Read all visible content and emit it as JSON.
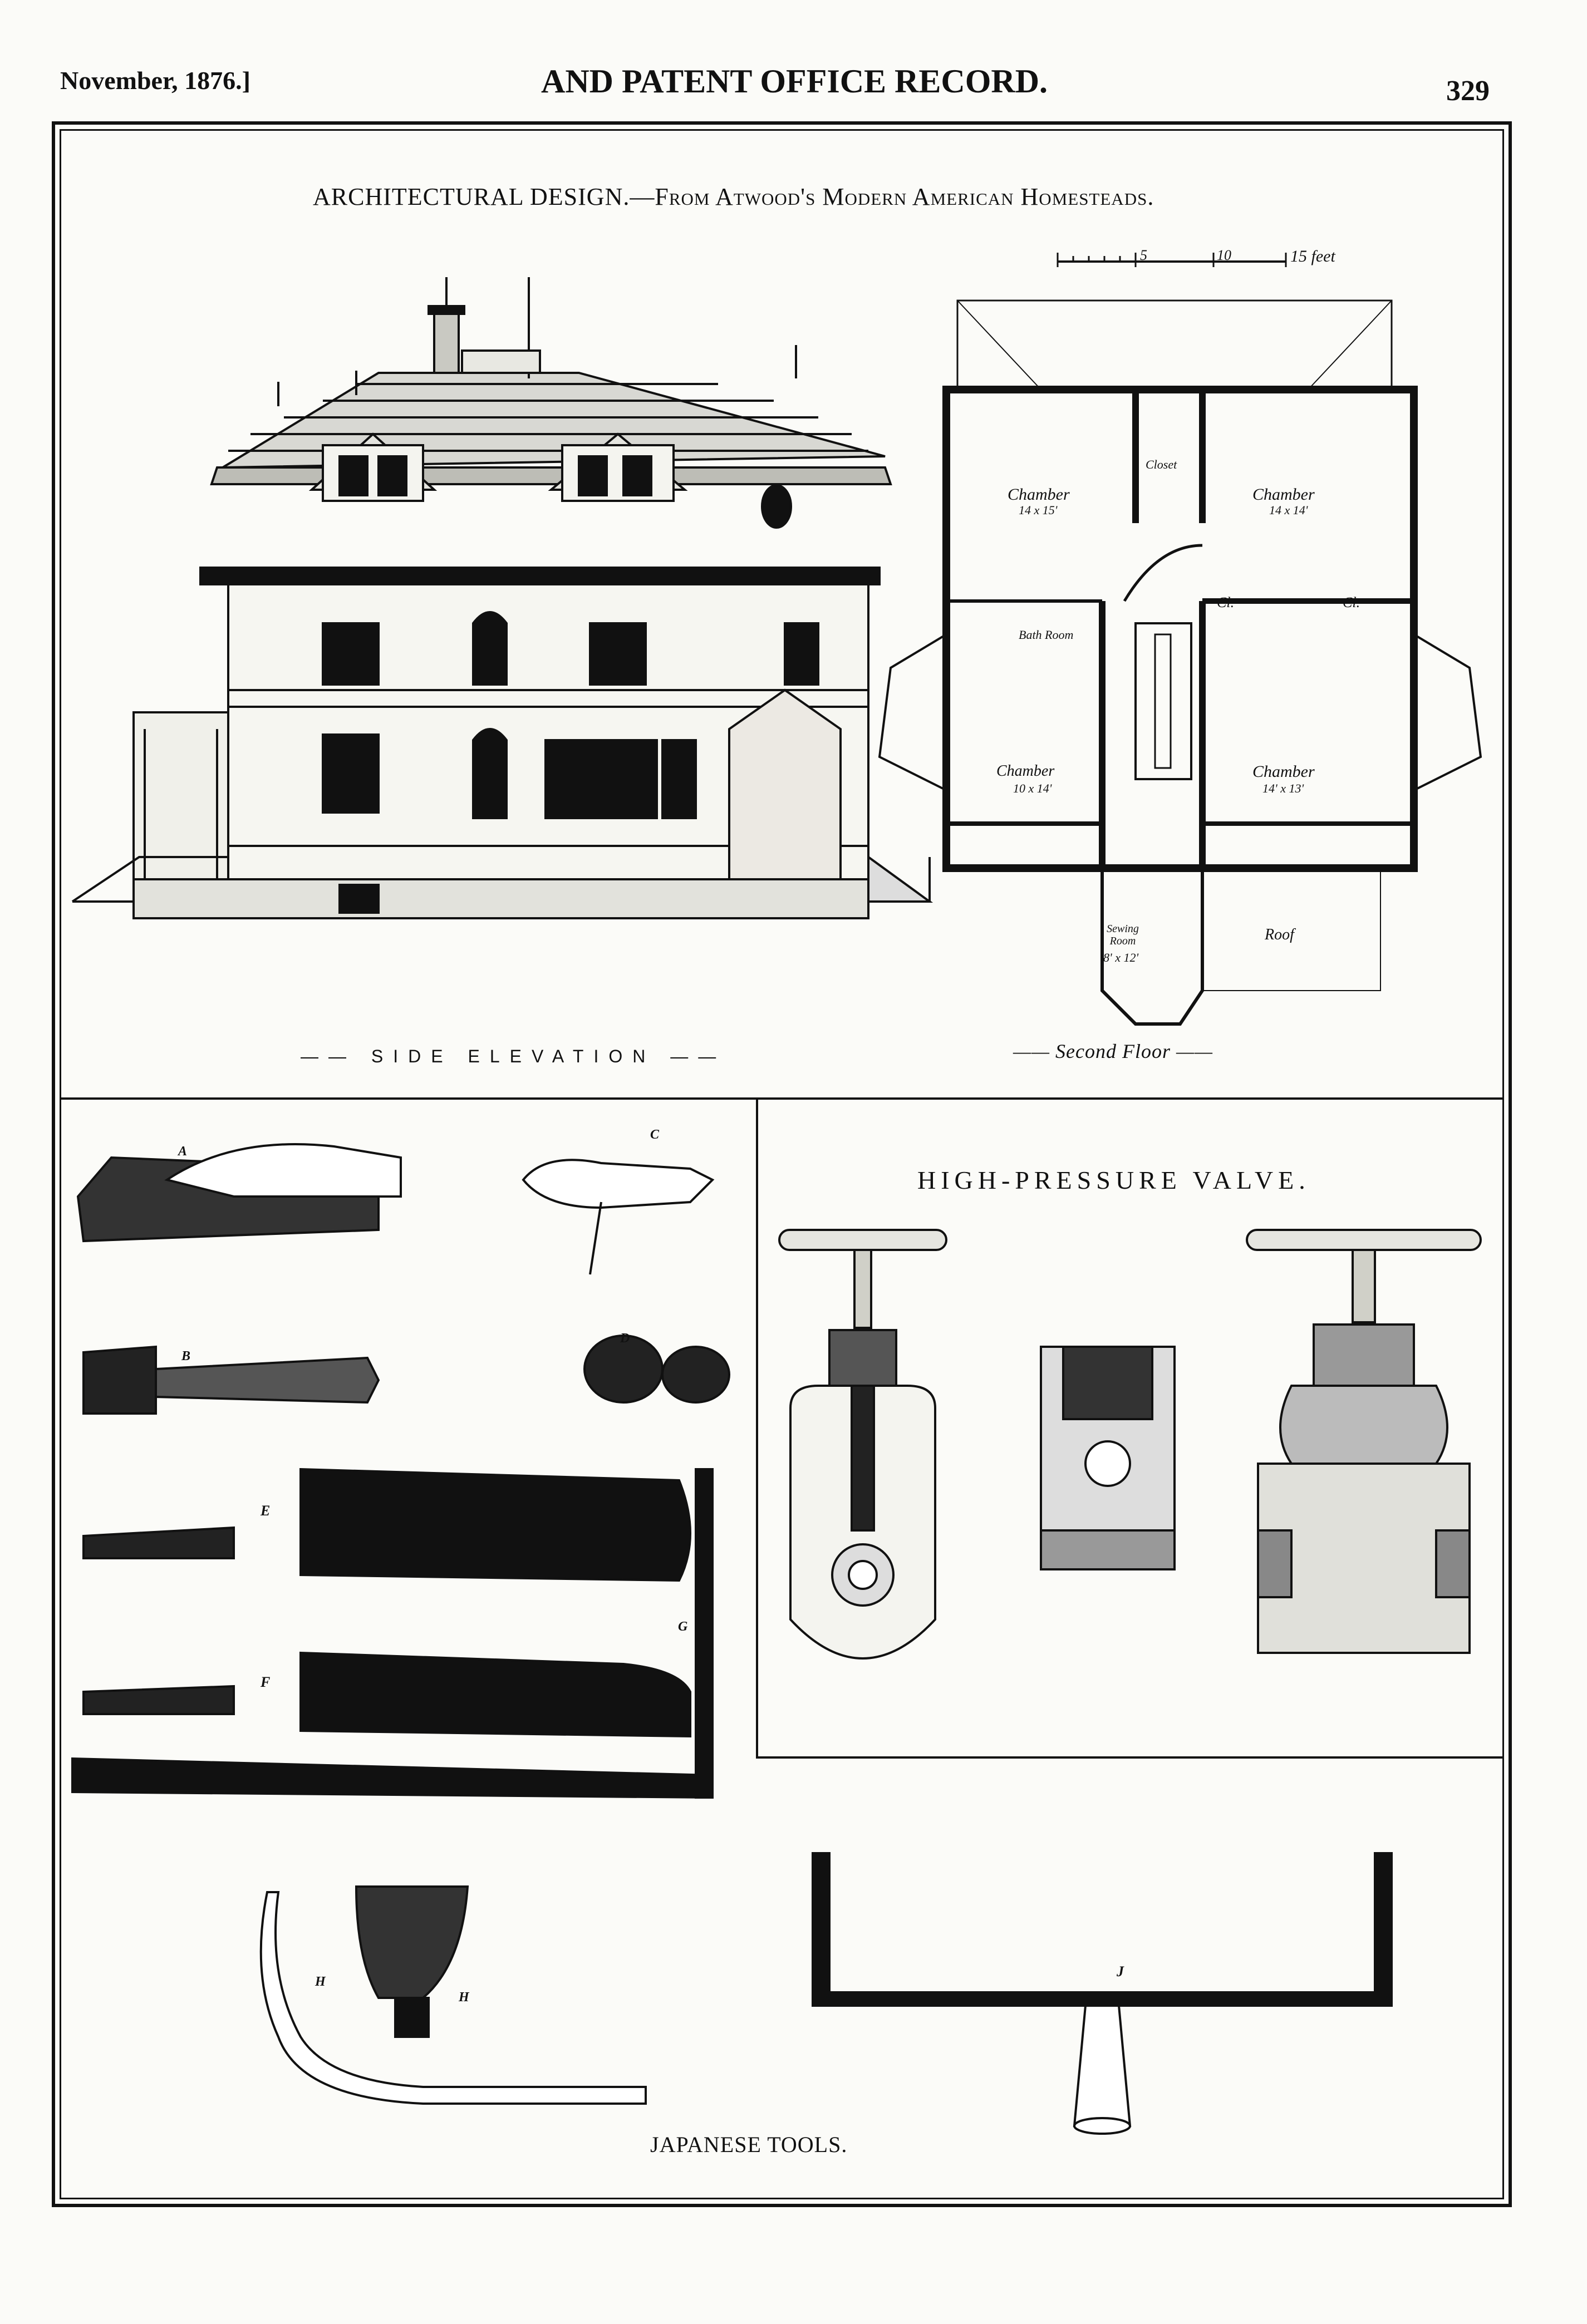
{
  "header": {
    "date": "November, 1876.]",
    "running_title": "AND PATENT OFFICE RECORD.",
    "page_number": "329"
  },
  "architecture": {
    "title_main": "ARCHITECTURAL DESIGN.—",
    "title_from": "From Atwood's Modern American Homesteads.",
    "scale": {
      "ticks": [
        "5",
        "10",
        "15 feet"
      ]
    },
    "elevation_label": "SIDE ELEVATION",
    "plan_label": "Second Floor",
    "rooms": {
      "closet": "Closet",
      "chamber_nw": "Chamber",
      "chamber_nw_dim": "14 x 15'",
      "chamber_ne": "Chamber",
      "chamber_ne_dim": "14 x 14'",
      "bath": "Bath Room",
      "cl_1": "Cl.",
      "cl_2": "Cl.",
      "chamber_sw": "Chamber",
      "chamber_sw_dim": "10 x 14'",
      "chamber_se": "Chamber",
      "chamber_se_dim": "14' x 13'",
      "sewing": "Sewing Room",
      "sewing_dim": "8' x 12'",
      "roof": "Roof"
    }
  },
  "valve": {
    "title": "HIGH-PRESSURE VALVE."
  },
  "tools": {
    "caption": "JAPANESE TOOLS.",
    "letters": [
      "A",
      "B",
      "C",
      "D",
      "E",
      "F",
      "G",
      "H",
      "H",
      "J"
    ]
  }
}
